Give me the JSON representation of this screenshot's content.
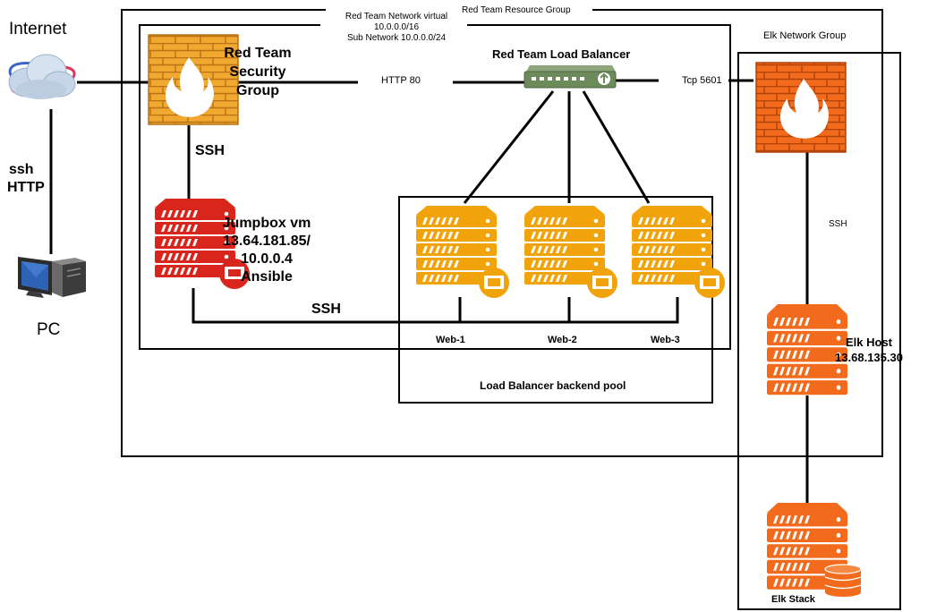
{
  "groups": {
    "resource_group": "Red Team Resource Group",
    "network_virtual": "Red Team Network virtual",
    "network_cidr": "10.0.0.0/16",
    "subnet": "Sub Network 10.0.0.0/24",
    "elk_group": "Elk Network Group",
    "backend_pool": "Load Balancer backend pool"
  },
  "nodes": {
    "internet": "Internet",
    "pc": "PC",
    "security_group": [
      "Red Team",
      "Security",
      "Group"
    ],
    "load_balancer": "Red Team Load Balancer",
    "jumpbox": [
      "Jumpbox vm",
      "13.64.181.85/",
      "10.0.0.4",
      "Ansible"
    ],
    "web1": "Web-1",
    "web2": "Web-2",
    "web3": "Web-3",
    "elk_host": [
      "Elk Host",
      "13.68.135.30"
    ],
    "elk_stack": "Elk Stack"
  },
  "connections": {
    "ssh_http": [
      "ssh",
      "HTTP"
    ],
    "ssh_sg_jump": "SSH",
    "http80": "HTTP 80",
    "tcp5601": "Tcp 5601",
    "ssh_jump_web": "SSH",
    "ssh_elk": "SSH"
  },
  "colors": {
    "firewall_red_team": "#f0a830",
    "firewall_elk": "#f26a1b",
    "jumpbox": "#d9261c",
    "web_server": "#f0a30a",
    "elk_server": "#f26a1b",
    "load_balancer": "#6d8a5a"
  }
}
